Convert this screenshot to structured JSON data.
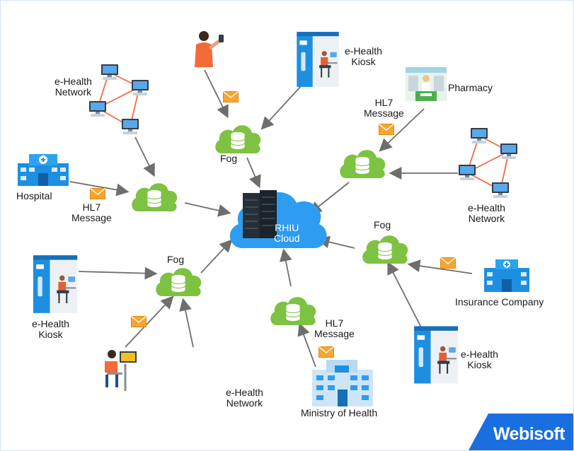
{
  "labels": {
    "cloud": "RHIU\nCloud",
    "ehealth_network_tl": "e-Health\nNetwork",
    "ehealth_kiosk_top": "e-Health\nKiosk",
    "pharmacy": "Pharmacy",
    "hl7_message_tr": "HL7\nMessage",
    "fog_top": "Fog",
    "hospital": "Hospital",
    "hl7_message_left": "HL7\nMessage",
    "ehealth_network_right": "e-Health\nNetwork",
    "fog_right": "Fog",
    "fog_left": "Fog",
    "ehealth_kiosk_left": "e-Health\nKiosk",
    "insurance_company": "Insurance Company",
    "hl7_message_bottom": "HL7\nMessage",
    "ehealth_kiosk_right": "e-Health\nKiosk",
    "ehealth_network_bottom": "e-Health\nNetwork",
    "ministry_of_health": "Ministry of Health",
    "brand": "Webisoft"
  },
  "colors": {
    "fog_green": "#7dc241",
    "cloud_blue": "#2e9cf0",
    "arrow_gray": "#6e6e6e",
    "envelope_orange": "#f7a531",
    "network_link_red": "#ef6a4a",
    "brand_blue": "#1a6fe0"
  },
  "icons": [
    "server-rack-icon",
    "fog-cloud-icon",
    "database-icon",
    "envelope-icon",
    "computer-icon",
    "kiosk-icon",
    "hospital-icon",
    "pharmacy-icon",
    "person-phone-icon",
    "person-desk-icon",
    "ministry-building-icon"
  ]
}
